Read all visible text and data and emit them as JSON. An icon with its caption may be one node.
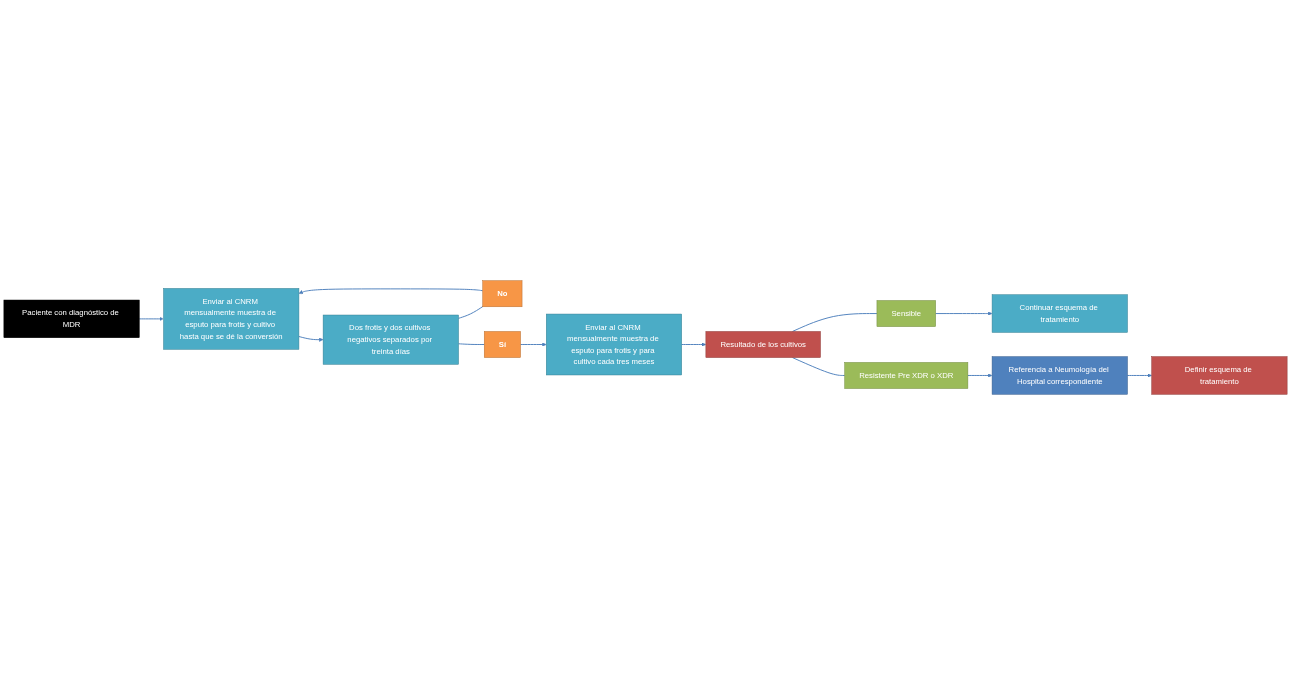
{
  "diagram": {
    "nodes": [
      {
        "text": [
          "Paciente con diagnóstico de MDR"
        ]
      },
      {
        "text": [
          "Enviar al CNRM mensualmente muestra de esputo para frotis y cultivo hasta que se dé la conversión"
        ]
      },
      {
        "text": [
          "Dos frotis y dos cultivos negativos separados por treinta días"
        ]
      },
      {
        "text": [
          "No"
        ]
      },
      {
        "text": [
          "Sí"
        ]
      },
      {
        "text": [
          "Enviar al CNRM mensualmente muestra de esputo para frotis y para cultivo cada tres meses"
        ]
      },
      {
        "text": [
          "Resultado de los cultivos"
        ]
      },
      {
        "text": [
          "Sensible"
        ]
      },
      {
        "text": [
          "Continuar esquema de tratamiento"
        ]
      },
      {
        "text": [
          "Resistente Pre XDR o XDR"
        ]
      },
      {
        "text": [
          "Referencia a Neumología del Hospital correspondiente"
        ]
      },
      {
        "text": [
          "Definir esquema de tratamiento"
        ]
      }
    ],
    "edges": [
      {
        "from": 0,
        "to": 1,
        "arrow": "to"
      },
      {
        "from": 1,
        "to": 2,
        "arrow": "to"
      },
      {
        "from": 2,
        "to": 3,
        "arrow": "none"
      },
      {
        "from": 2,
        "to": 4,
        "arrow": "none"
      },
      {
        "from": 3,
        "to": 1,
        "arrow": "to"
      },
      {
        "from": 4,
        "to": 5,
        "arrow": "to"
      },
      {
        "from": 5,
        "to": 6,
        "arrow": "to"
      },
      {
        "from": 6,
        "to": 7,
        "arrow": "none"
      },
      {
        "from": 7,
        "to": 8,
        "arrow": "to"
      },
      {
        "from": 6,
        "to": 9,
        "arrow": "none"
      },
      {
        "from": 9,
        "to": 10,
        "arrow": "to"
      },
      {
        "from": 10,
        "to": 11,
        "arrow": "to"
      }
    ]
  }
}
